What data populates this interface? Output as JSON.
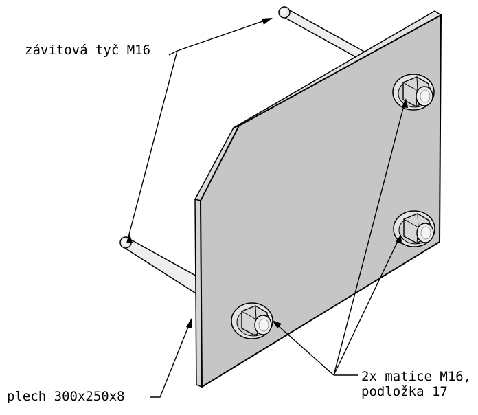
{
  "labels": {
    "rod": "závitová tyč M16",
    "plate": "plech 300x250x8",
    "nuts_line1": "2x matice M16,",
    "nuts_line2": "podložka 17"
  },
  "colors": {
    "plate_face": "#c6c6c6",
    "plate_edge": "#d8d8d8",
    "rod": "#dadada",
    "nut": "#d4d4d4",
    "washer": "#e2e2e2",
    "outline": "#000000"
  }
}
